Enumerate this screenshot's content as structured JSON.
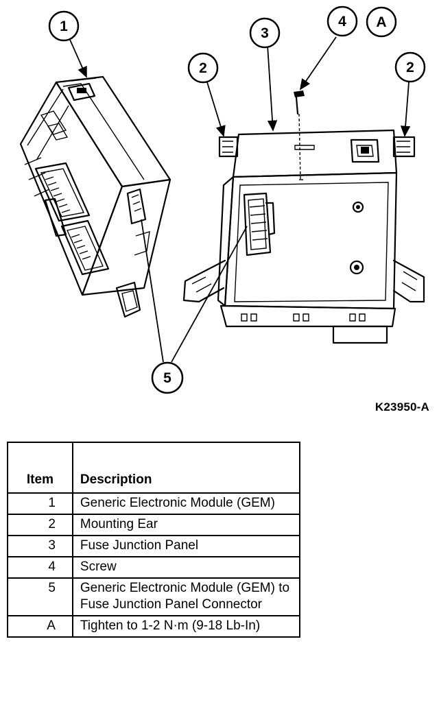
{
  "figure_code": "K23950-A",
  "callouts": [
    "1",
    "2",
    "3",
    "4",
    "A",
    "2",
    "5"
  ],
  "legend": {
    "headers": {
      "item": "Item",
      "description": "Description"
    },
    "rows": [
      {
        "item": "1",
        "description": "Generic Electronic Module (GEM)"
      },
      {
        "item": "2",
        "description": "Mounting Ear"
      },
      {
        "item": "3",
        "description": "Fuse Junction Panel"
      },
      {
        "item": "4",
        "description": "Screw"
      },
      {
        "item": "5",
        "description": "Generic Electronic Module (GEM) to Fuse Junction Panel Connector"
      },
      {
        "item": "A",
        "description": "Tighten to 1-2 N·m (9-18 Lb-In)"
      }
    ]
  }
}
